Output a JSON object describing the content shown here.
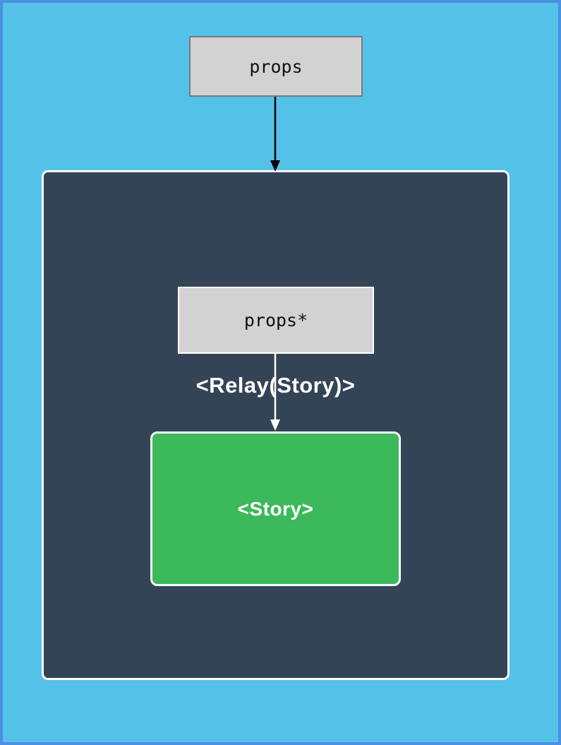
{
  "diagram": {
    "outer_input": {
      "label": "props"
    },
    "container": {
      "title": "<Relay(Story)>"
    },
    "inner_input": {
      "label": "props*"
    },
    "child": {
      "label": "<Story>"
    },
    "icons": {
      "outer_arrow": "down-arrow",
      "inner_arrow": "down-arrow"
    }
  },
  "colors": {
    "background": "#54c1e9",
    "frame_border": "#4a90e2",
    "panel_background": "#344457",
    "panel_border": "#ffffff",
    "box_background": "#d2d2d2",
    "box_border_gray": "#7a7a7a",
    "story_background": "#3cb95a",
    "arrow_black": "#000000",
    "arrow_white": "#ffffff",
    "text_dark": "#111111",
    "text_light": "#ffffff"
  }
}
